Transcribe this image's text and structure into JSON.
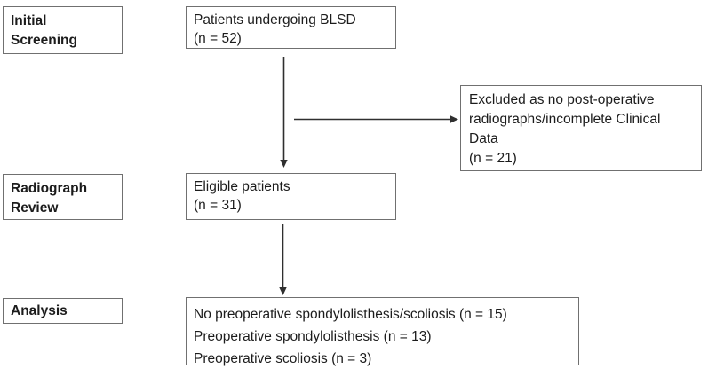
{
  "diagram": {
    "type": "patient-flow-chart",
    "stages": [
      {
        "id": "initial-screening",
        "lines": [
          "Initial",
          "Screening"
        ]
      },
      {
        "id": "radiograph-review",
        "lines": [
          "Radiograph",
          "Review"
        ]
      },
      {
        "id": "analysis",
        "lines": [
          "Analysis"
        ]
      }
    ],
    "nodes": {
      "screening": {
        "lines": [
          "Patients undergoing BLSD",
          "(n = 52)"
        ]
      },
      "eligible": {
        "lines": [
          "Eligible patients",
          "(n = 31)"
        ]
      },
      "excluded": {
        "lines": [
          "Excluded as no post-operative",
          "radiographs/incomplete Clinical",
          "Data",
          "(n = 21)"
        ]
      },
      "analysis": {
        "lines": [
          "No preoperative spondylolisthesis/scoliosis (n = 15)",
          "Preoperative spondylolisthesis (n = 13)",
          "Preoperative scoliosis (n = 3)"
        ]
      }
    },
    "arrows": [
      {
        "id": "screening-to-eligible",
        "direction": "down"
      },
      {
        "id": "screening-to-excluded",
        "direction": "right"
      },
      {
        "id": "eligible-to-analysis",
        "direction": "down"
      }
    ],
    "colors": {
      "border": "#707070",
      "text": "#1c1c1c",
      "arrow": "#2f2f2f",
      "background": "#ffffff"
    }
  }
}
